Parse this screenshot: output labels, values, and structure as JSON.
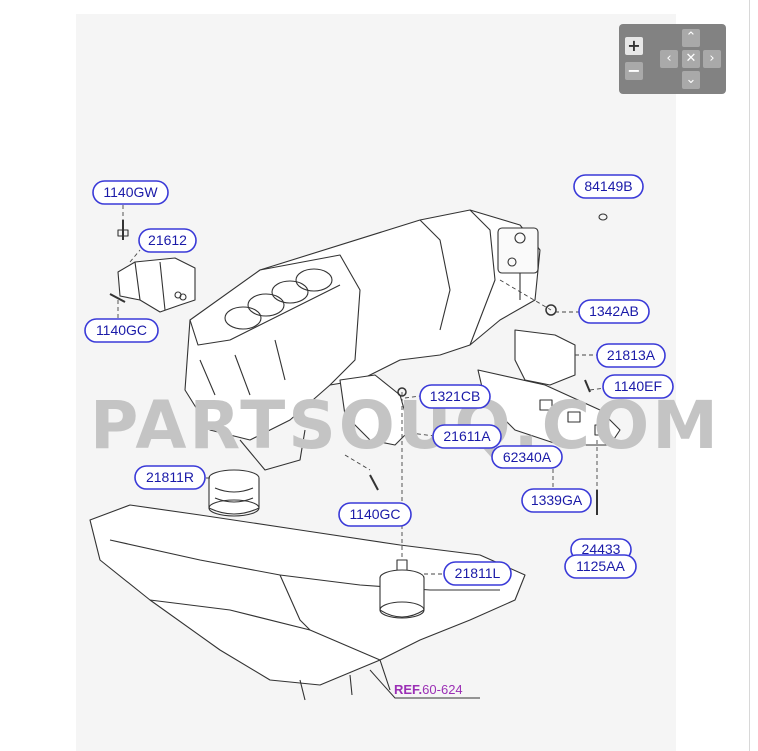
{
  "diagram": {
    "callouts": [
      {
        "id": "c1",
        "label": "1140GW"
      },
      {
        "id": "c2",
        "label": "21612"
      },
      {
        "id": "c3",
        "label": "1140GC"
      },
      {
        "id": "c4",
        "label": "84149B"
      },
      {
        "id": "c5",
        "label": "1342AB"
      },
      {
        "id": "c6",
        "label": "21813A"
      },
      {
        "id": "c7",
        "label": "1140EF"
      },
      {
        "id": "c8",
        "label": "1321CB"
      },
      {
        "id": "c9",
        "label": "21611A"
      },
      {
        "id": "c10",
        "label": "62340A"
      },
      {
        "id": "c11",
        "label": "21811R"
      },
      {
        "id": "c12",
        "label": "1339GA"
      },
      {
        "id": "c13",
        "label": "1140GC"
      },
      {
        "id": "c14",
        "label": "24433"
      },
      {
        "id": "c15",
        "label": "1125AA"
      },
      {
        "id": "c16",
        "label": "21811L"
      }
    ],
    "ref_prefix": "REF.",
    "ref_number": "60-624",
    "watermark": "PARTSOUQ.COM"
  },
  "zoom_control": {
    "zoom_in_label": "+",
    "zoom_out_label": "−",
    "pan_up_label": "⌃",
    "pan_down_label": "⌄",
    "pan_left_label": "‹",
    "pan_right_label": "›",
    "reset_label": "✕"
  }
}
